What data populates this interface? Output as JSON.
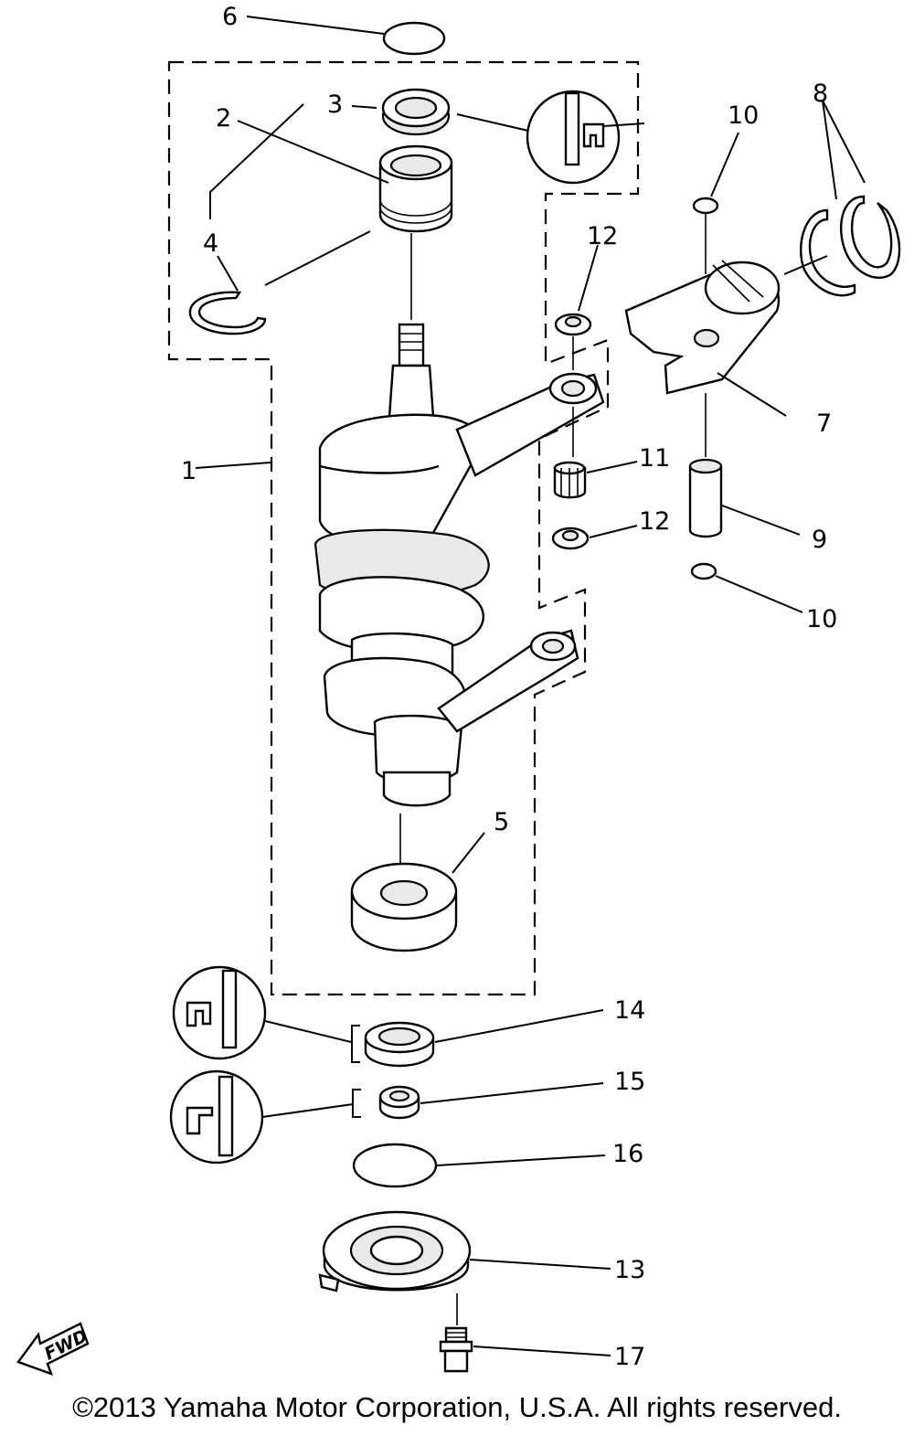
{
  "callouts": {
    "c1": "1",
    "c2": "2",
    "c3": "3",
    "c4": "4",
    "c5": "5",
    "c6": "6",
    "c7": "7",
    "c8": "8",
    "c9": "9",
    "c10a": "10",
    "c10b": "10",
    "c11": "11",
    "c12a": "12",
    "c12b": "12",
    "c13": "13",
    "c14": "14",
    "c15": "15",
    "c16": "16",
    "c17": "17"
  },
  "direction_label": "FWD",
  "copyright": "©2013 Yamaha Motor Corporation, U.S.A. All rights reserved."
}
